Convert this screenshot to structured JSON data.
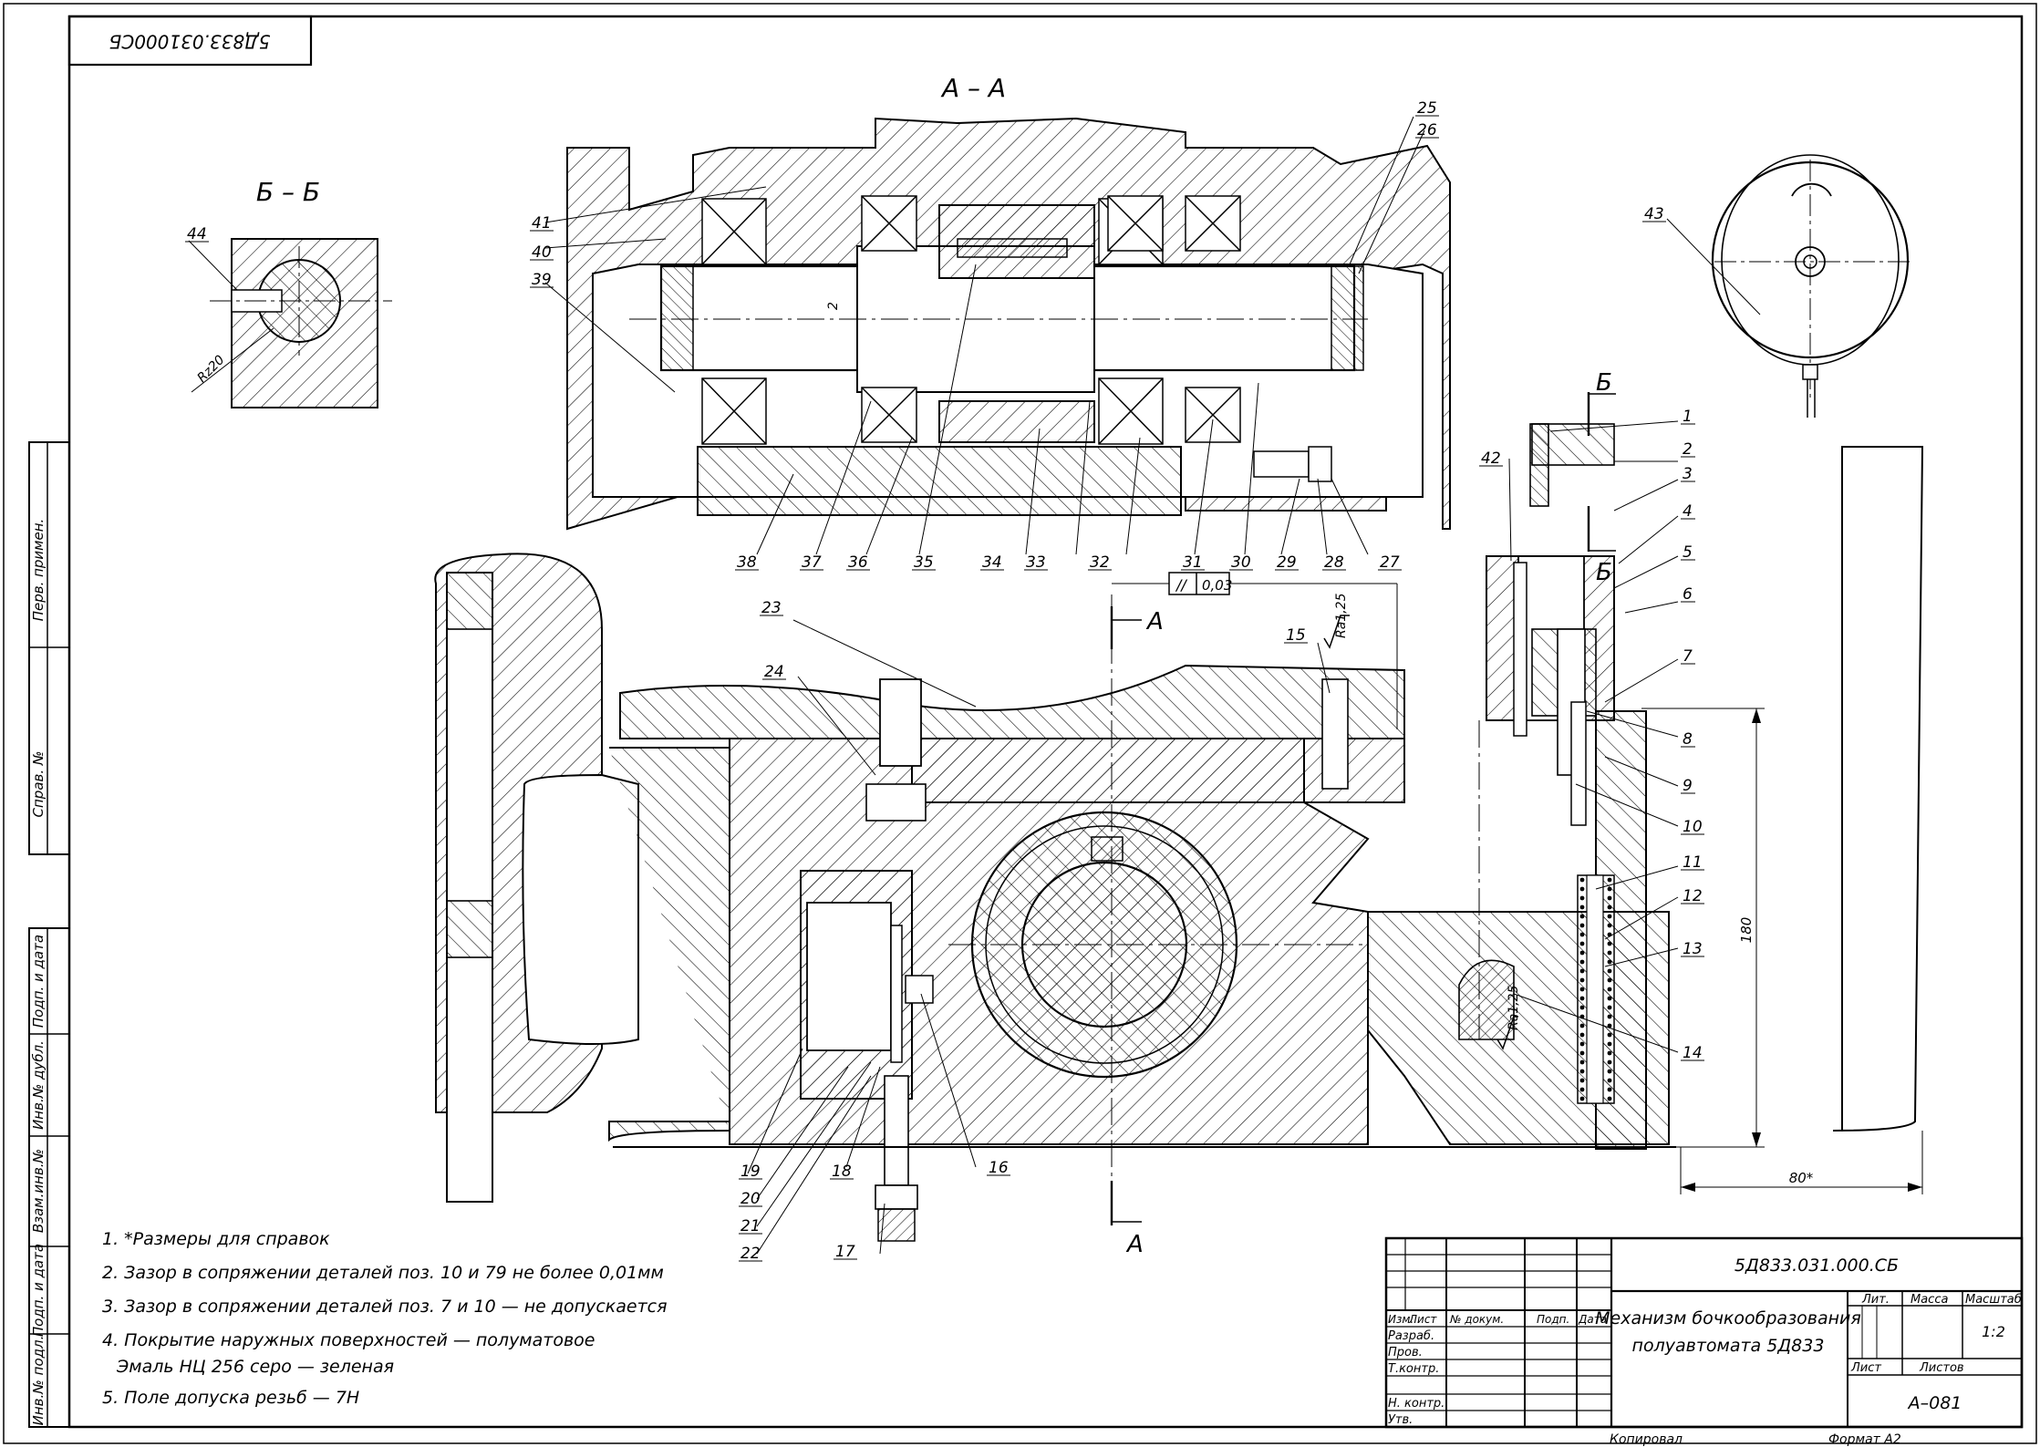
{
  "drawing_number": "5Д833.031.000.СБ",
  "drawing_number_rotated": "5Д833.031000СБ",
  "sections": {
    "aa_title": "А – А",
    "bb_title": "Б – Б",
    "cut_a": "А",
    "cut_b": "Б"
  },
  "callouts": [
    "1",
    "2",
    "3",
    "4",
    "5",
    "6",
    "7",
    "8",
    "9",
    "10",
    "11",
    "12",
    "13",
    "14",
    "15",
    "16",
    "17",
    "18",
    "19",
    "20",
    "21",
    "22",
    "23",
    "24",
    "25",
    "26",
    "27",
    "28",
    "29",
    "30",
    "31",
    "32",
    "33",
    "34",
    "35",
    "36",
    "37",
    "38",
    "39",
    "40",
    "41",
    "42",
    "43",
    "44"
  ],
  "dimensions": {
    "height": "180",
    "width": "80*",
    "gap": "2",
    "parallelism_symbol": "//",
    "parallelism_value": "0,03",
    "roughness_1": "Ra1,25",
    "roughness_2": "Ra1,25",
    "roughness_bb": "Rz20"
  },
  "notes": [
    "1. *Размеры для справок",
    "2. Зазор в сопряжении деталей поз. 10 и 79 не более 0,01мм",
    "3. Зазор в сопряжении деталей поз. 7 и 10 — не допускается",
    "4. Покрытие наружных поверхностей — полуматовое",
    "Эмаль НЦ 256 серо — зеленая",
    "5. Поле допуска резьб — 7Н"
  ],
  "side_stamp": {
    "perv_primen": "Перв. примен.",
    "sprav": "Справ. №",
    "podp_data_1": "Подп. и дата",
    "inv_dubl": "Инв.№ дубл.",
    "vzam_inv": "Взам.инв.№",
    "podp_data_2": "Подп. и дата",
    "inv_podl": "Инв.№ подл."
  },
  "title_block": {
    "designation": "5Д833.031.000.СБ",
    "name_line1": "Механизм бочкообразования",
    "name_line2": "полуавтомата 5Д833",
    "col_izm": "Изм.",
    "col_list": "Лист",
    "col_doc": "№ докум.",
    "col_podp": "Подп.",
    "col_data": "Дата",
    "row_razrab": "Разраб.",
    "row_prov": "Пров.",
    "row_tkontr": "Т.контр.",
    "row_nkontr": "Н. контр.",
    "row_utv": "Утв.",
    "lit": "Лит.",
    "massa": "Масса",
    "masshtab": "Масштаб",
    "scale_value": "1:2",
    "sheet": "Лист",
    "sheets": "Листов",
    "format_code": "А–081",
    "kopiroval": "Копировал",
    "format": "Формат  А2"
  }
}
